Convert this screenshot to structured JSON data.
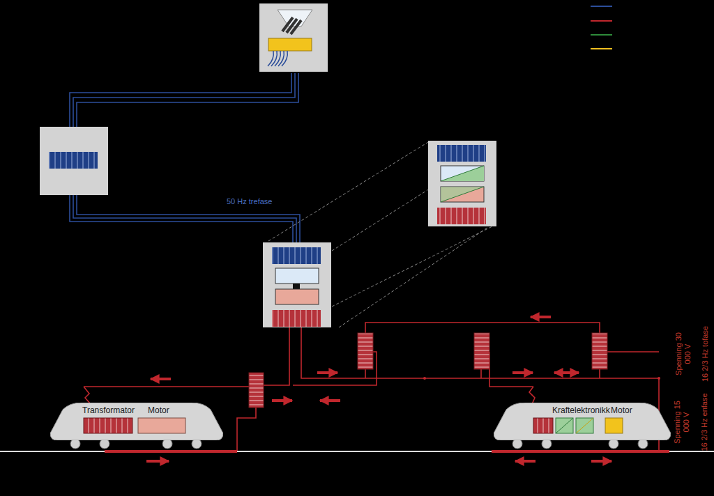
{
  "diagram": {
    "nodes": [
      {
        "text": [
          "Transformator",
          "Motor"
        ]
      },
      {
        "text": [
          "Kraftelektronikk",
          "Motor"
        ]
      }
    ],
    "labels": [
      "50 Hz trefase",
      "Spenning 30 000 V",
      "16 2/3 Hz tofase",
      "Spenning 15 000 V",
      "16 2/3 Hz enfase"
    ]
  }
}
